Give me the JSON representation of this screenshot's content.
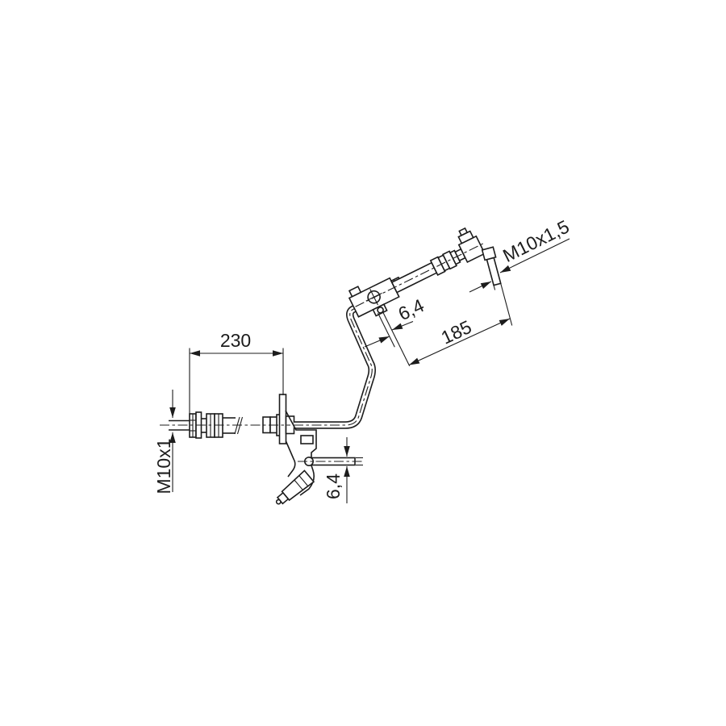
{
  "diagram": {
    "type": "technical-drawing",
    "subject": "brake-hose-with-bracket-and-fittings",
    "background_color": "#ffffff",
    "line_color": "#1c1c1c",
    "dimensions": {
      "hose_length": "230",
      "left_thread": "M10x1",
      "pin_diameter": "6,4",
      "hole_diameter": "6,4",
      "pipe_length": "185",
      "right_thread": "M10x1,5"
    }
  }
}
